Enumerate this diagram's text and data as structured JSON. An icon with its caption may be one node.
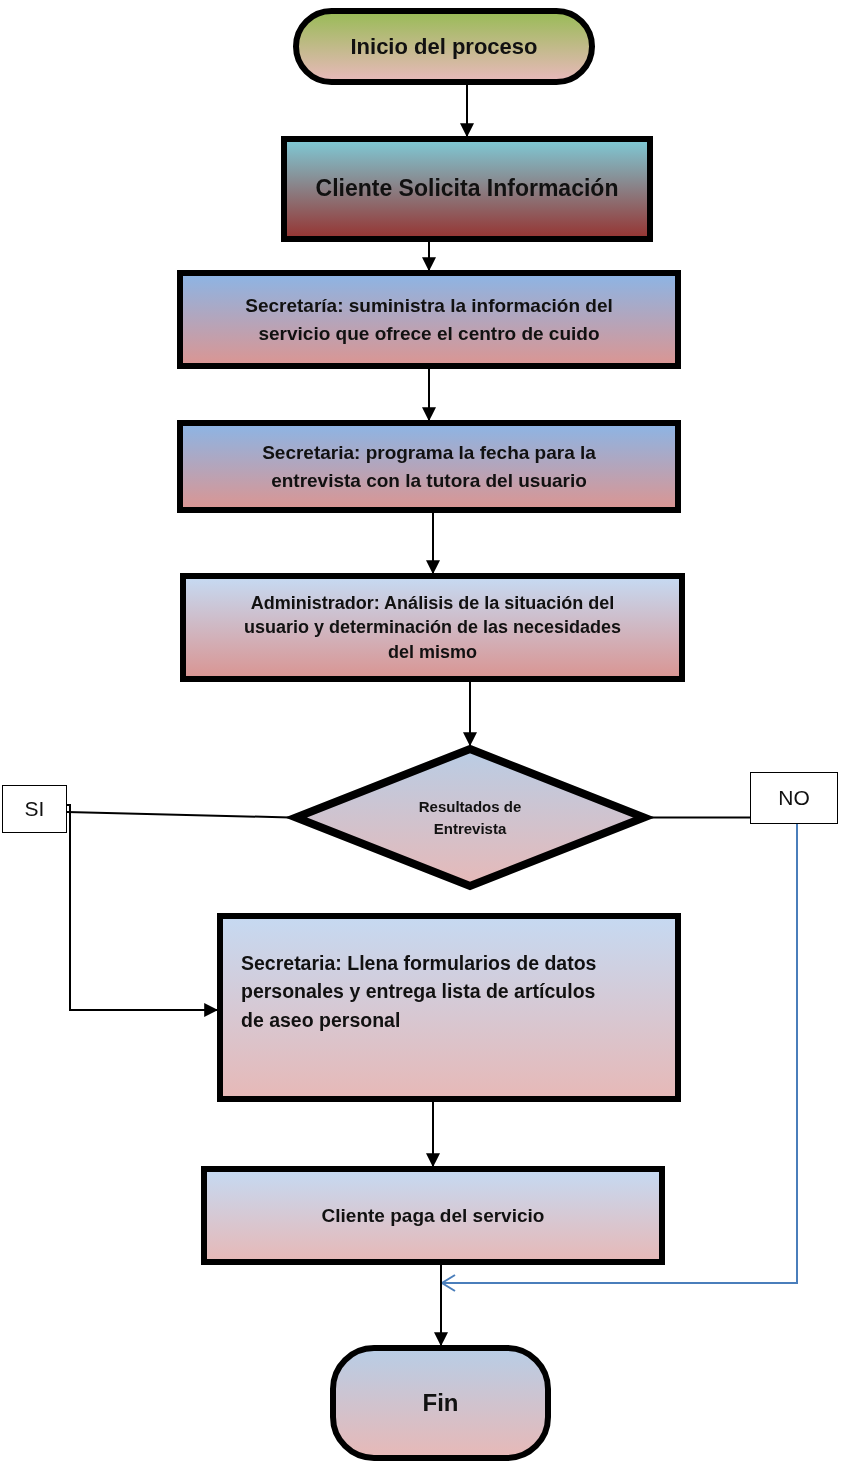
{
  "diagram": {
    "nodes": [
      {
        "text": [
          "Inicio del proceso"
        ]
      },
      {
        "text": [
          "Cliente Solicita Información"
        ]
      },
      {
        "text": [
          "Secretaría: suministra la información del servicio que ofrece el centro de cuido"
        ]
      },
      {
        "text": [
          "Secretaria: programa la fecha para la entrevista con la tutora del usuario"
        ]
      },
      {
        "text": [
          "Administrador: Análisis de la situación del usuario y determinación de las necesidades del mismo"
        ]
      },
      {
        "text": [
          "Resultados de Entrevista"
        ]
      },
      {
        "text": [
          "SI"
        ]
      },
      {
        "text": [
          "NO"
        ]
      },
      {
        "text": [
          "Secretaria: Llena formularios de datos personales y entrega lista de artículos de aseo personal"
        ]
      },
      {
        "text": [
          "Cliente paga del servicio"
        ]
      },
      {
        "text": [
          "Fin"
        ]
      }
    ],
    "edges": [
      {
        "from": 0,
        "to": 1,
        "arrow": "to"
      },
      {
        "from": 1,
        "to": 2,
        "arrow": "to"
      },
      {
        "from": 2,
        "to": 3,
        "arrow": "to"
      },
      {
        "from": 3,
        "to": 4,
        "arrow": "to"
      },
      {
        "from": 4,
        "to": 5,
        "arrow": "to"
      },
      {
        "from": 5,
        "to": 6,
        "arrow": "none"
      },
      {
        "from": 6,
        "to": 8,
        "arrow": "to"
      },
      {
        "from": 5,
        "to": 7,
        "arrow": "none"
      },
      {
        "from": 7,
        "to": 10,
        "arrow": "to",
        "color": "#4a7ebb"
      },
      {
        "from": 8,
        "to": 9,
        "arrow": "to"
      },
      {
        "from": 9,
        "to": 10,
        "arrow": "to"
      }
    ]
  }
}
